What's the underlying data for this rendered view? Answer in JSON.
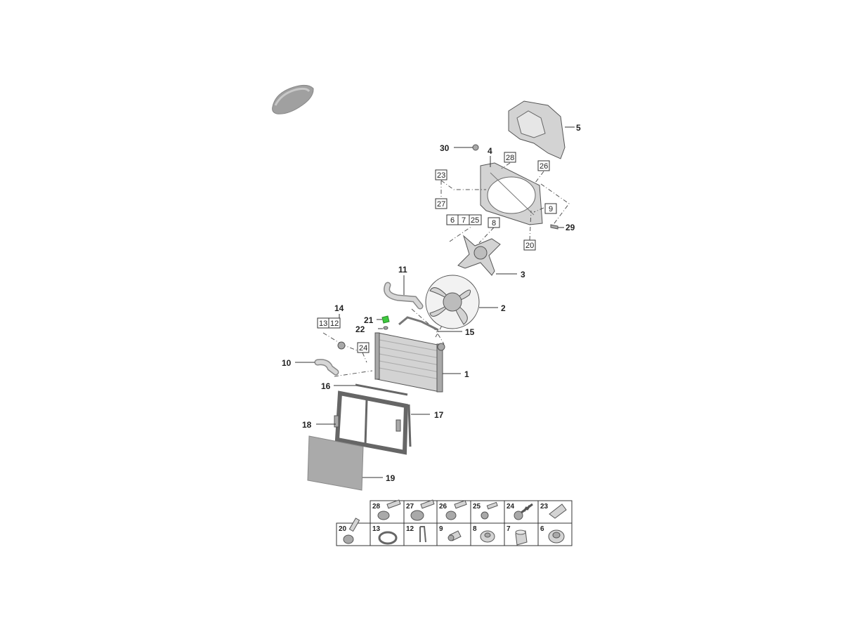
{
  "diagram": {
    "callouts": [
      "1",
      "2",
      "3",
      "4",
      "5",
      "10",
      "11",
      "14",
      "15",
      "16",
      "17",
      "18",
      "19",
      "21",
      "22",
      "29",
      "30"
    ],
    "boxed_labels": [
      "28",
      "26",
      "23",
      "27",
      "9",
      "6",
      "7",
      "25",
      "8",
      "20",
      "13",
      "12",
      "24"
    ],
    "hardware_grid": {
      "row1": [
        "28",
        "27",
        "26",
        "25",
        "24",
        "23"
      ],
      "row2": [
        "20",
        "13",
        "12",
        "9",
        "8",
        "7",
        "6"
      ]
    },
    "colors": {
      "highlight": "#3ec93e",
      "part": "#d3d3d3",
      "line": "#333333"
    }
  }
}
